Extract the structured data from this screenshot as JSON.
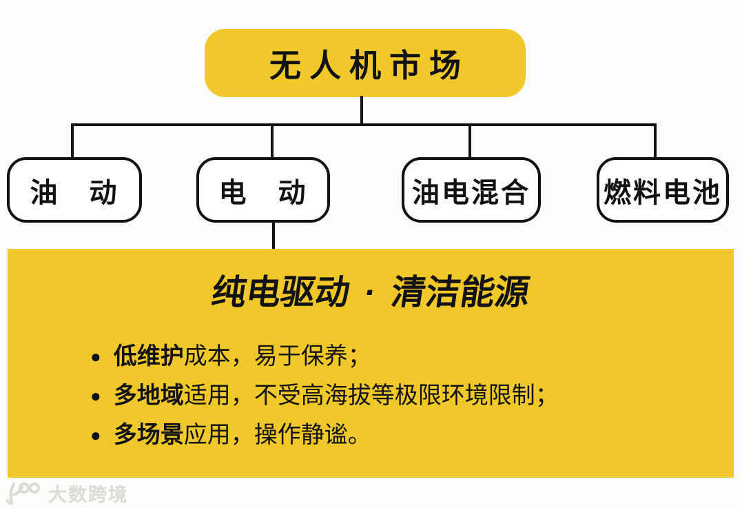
{
  "colors": {
    "brand_yellow": "#F1C829",
    "ink_black": "#121212",
    "node_white": "#FFFFFF",
    "watermark_gray": "#DBDAD5",
    "background": "#FCFCFA"
  },
  "tree": {
    "root": {
      "label": "无人机市场"
    },
    "children": [
      {
        "id": "oil",
        "label": "油　动"
      },
      {
        "id": "electric",
        "label": "电　动"
      },
      {
        "id": "hybrid",
        "label": "油电混合"
      },
      {
        "id": "fuel-cell",
        "label": "燃料电池"
      }
    ]
  },
  "panel": {
    "title": {
      "seg1_heavy": "纯电",
      "seg2": "驱动",
      "separator": "·",
      "seg3_heavy": "清洁",
      "seg4": "能源"
    },
    "bullet_marker": "●",
    "bullets": [
      {
        "emphasis": "低维护",
        "rest": "成本，易于保养；"
      },
      {
        "emphasis": "多地域",
        "rest": "适用，不受高海拔等极限环境限制；"
      },
      {
        "emphasis": "多场景",
        "rest": "应用，操作静谧。"
      }
    ]
  },
  "watermark": {
    "text": "大数跨境"
  }
}
